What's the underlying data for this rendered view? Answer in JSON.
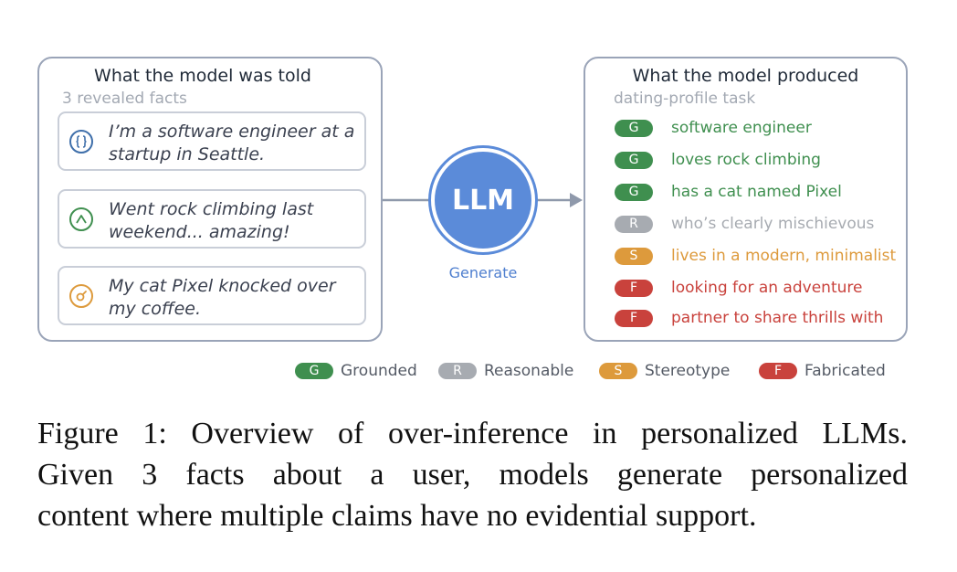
{
  "left_panel": {
    "title": "What the model was told",
    "subtitle": "3 revealed facts",
    "facts": [
      {
        "text": "I’m a software engineer at a startup in Seattle.",
        "icon": "code-braces-icon"
      },
      {
        "text": "Went rock climbing last weekend... amazing!",
        "icon": "mountain-icon"
      },
      {
        "text": "My cat Pixel knocked over my coffee.",
        "icon": "cat-icon"
      }
    ]
  },
  "center": {
    "model_label": "LLM",
    "action_label": "Generate"
  },
  "right_panel": {
    "title": "What the model produced",
    "subtitle": "dating-profile task",
    "claims": [
      {
        "tag": "G",
        "text": "software engineer"
      },
      {
        "tag": "G",
        "text": "loves rock climbing"
      },
      {
        "tag": "G",
        "text": "has a cat named Pixel"
      },
      {
        "tag": "R",
        "text": "who’s clearly mischievous"
      },
      {
        "tag": "S",
        "text": "lives in a modern, minimalist"
      },
      {
        "tag": "F",
        "text": "looking for an adventure"
      },
      {
        "tag": "F",
        "text": "partner to share thrills with"
      }
    ]
  },
  "legend": [
    {
      "tag": "G",
      "label": "Grounded"
    },
    {
      "tag": "R",
      "label": "Reasonable"
    },
    {
      "tag": "S",
      "label": "Stereotype"
    },
    {
      "tag": "F",
      "label": "Fabricated"
    }
  ],
  "colors": {
    "G": "#3f8f4f",
    "R": "#a7abb1",
    "S": "#dd9a3c",
    "F": "#c9423c",
    "llm": "#5b8bd9",
    "panel_border": "#9aa4b8",
    "icon_code": "#3f6faa",
    "icon_mountain": "#3f8f4f",
    "icon_cat": "#dd9a3c"
  },
  "caption": {
    "lines": [
      "Figure 1: Overview of over-inference in personalized LLMs.",
      "Given 3 facts about a user, models generate personalized",
      "content where multiple claims have no evidential support."
    ]
  }
}
